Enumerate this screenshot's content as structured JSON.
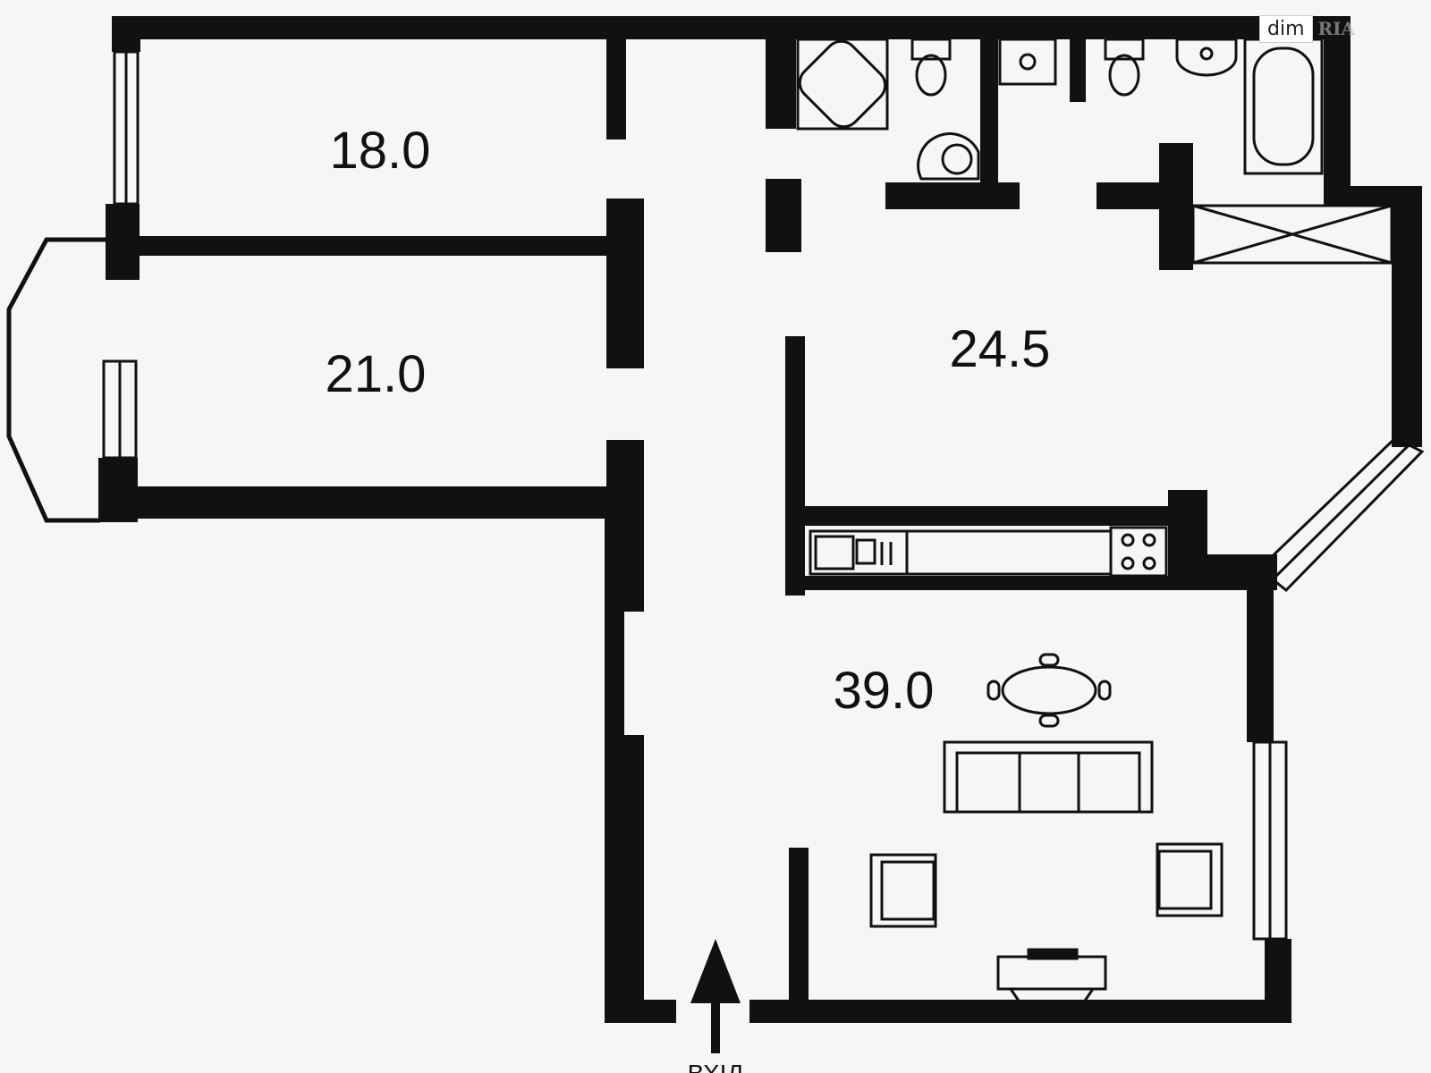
{
  "rooms": [
    {
      "id": "bedroom-top-left",
      "area": "18.0"
    },
    {
      "id": "bedroom-middle-left",
      "area": "21.0"
    },
    {
      "id": "room-right",
      "area": "24.5"
    },
    {
      "id": "living-room",
      "area": "39.0"
    }
  ],
  "watermark": {
    "left": "dim",
    "right": "RIA"
  },
  "entrance": {
    "label": "ВХІД"
  },
  "colors": {
    "wall": "#111111",
    "background": "#f7f6f4",
    "fixture_stroke": "#111111"
  }
}
